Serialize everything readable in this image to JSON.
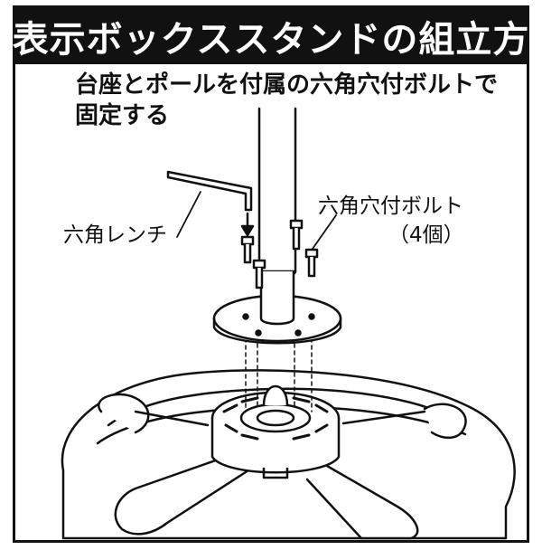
{
  "title": "表示ボックススタンドの組立方",
  "instructions": {
    "line1": "台座とポールを付属の六角穴付ボルトで",
    "line2": "固定する"
  },
  "labels": {
    "hex_wrench": "六角レンチ",
    "hex_bolt": "六角穴付ボルト",
    "bolt_count": "（4個）"
  },
  "colors": {
    "ink": "#111111",
    "paper": "#ffffff"
  }
}
